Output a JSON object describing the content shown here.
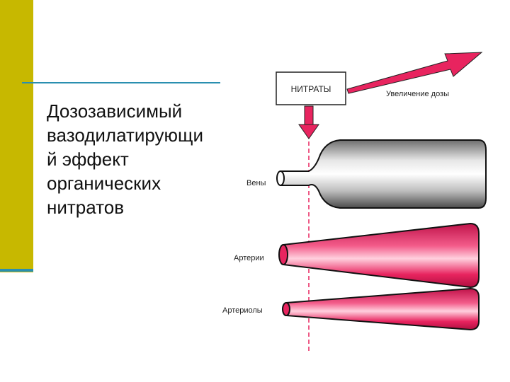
{
  "slide": {
    "title": "Дозозависимый\nвазодилатирующи\nй эффект\nорганических\nнитратов",
    "accent_color": "#c7b800",
    "rule_color": "#2a8fb0"
  },
  "diagram": {
    "box_label": "НИТРАТЫ",
    "dose_label": "Увеличение дозы",
    "vessels": [
      {
        "label": "Вены",
        "color": "#c8c8c8"
      },
      {
        "label": "Артерии",
        "color": "#e8245f"
      },
      {
        "label": "Артериолы",
        "color": "#e8245f"
      }
    ],
    "arrow_color": "#e8245f"
  }
}
